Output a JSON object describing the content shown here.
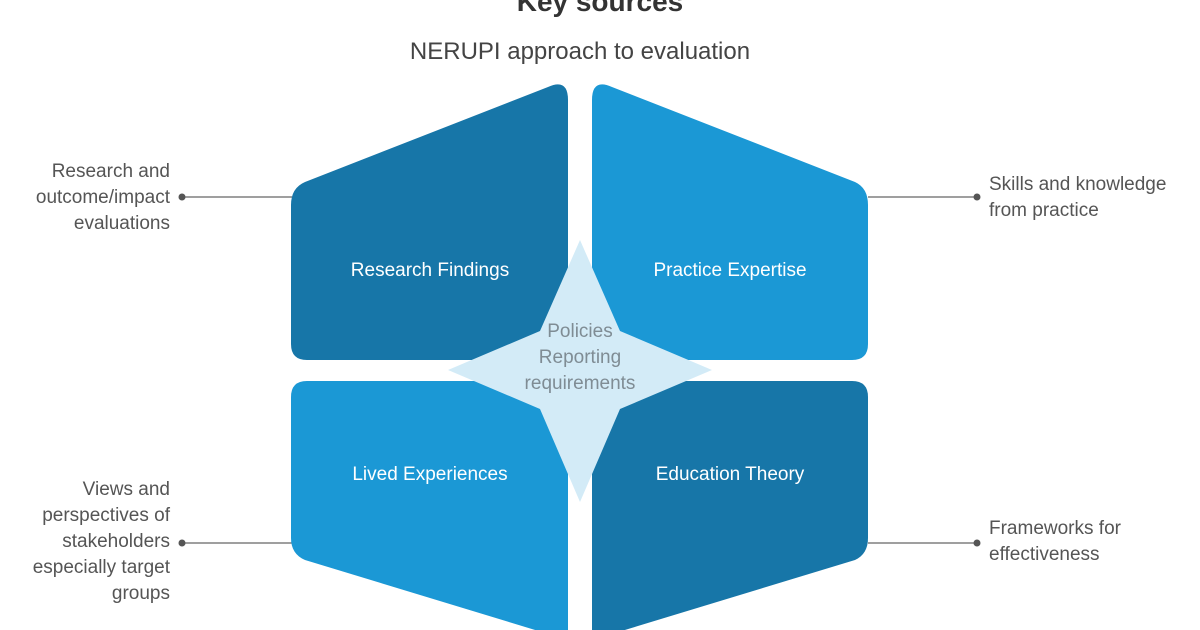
{
  "title": "Key sources",
  "subtitle": "NERUPI approach to evaluation",
  "quadrants": [
    {
      "label": "Research Findings",
      "color": "#1776a8"
    },
    {
      "label": "Practice Expertise",
      "color": "#1b98d5"
    },
    {
      "label": "Lived Experiences",
      "color": "#1b98d5"
    },
    {
      "label": "Education Theory",
      "color": "#1776a8"
    }
  ],
  "center": {
    "lines": [
      "Policies",
      "Reporting",
      "requirements"
    ],
    "color": "#d3ebf7"
  },
  "notes": {
    "top_left": [
      "Research and",
      "outcome/impact",
      "evaluations"
    ],
    "top_right": [
      "Skills and knowledge",
      "from practice"
    ],
    "bottom_left": [
      "Views and",
      "perspectives of",
      "stakeholders",
      "especially target",
      "groups"
    ],
    "bottom_right": [
      "Frameworks for",
      "effectiveness"
    ]
  }
}
